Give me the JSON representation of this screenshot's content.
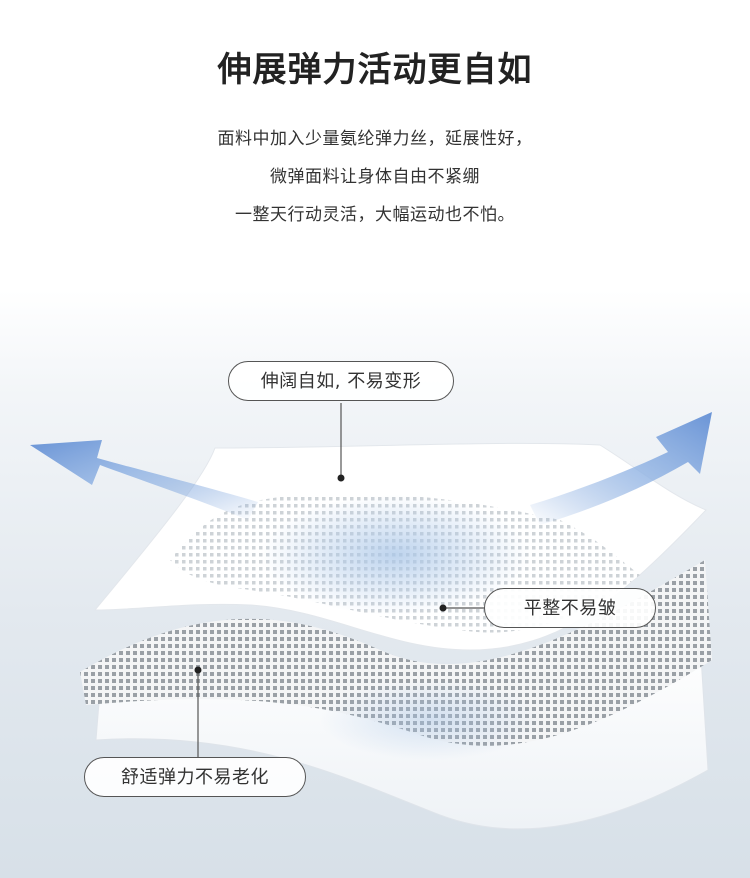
{
  "heading": "伸展弹力活动更自如",
  "description": [
    "面料中加入少量氨纶弹力丝，延展性好，",
    "微弹面料让身体自由不紧绷",
    "一整天行动灵活，大幅运动也不怕。"
  ],
  "callouts": {
    "top": "伸阔自如, 不易变形",
    "right": "平整不易皱",
    "bottom": "舒适弹力不易老化"
  },
  "colors": {
    "arrow": "#6f9ad8",
    "fabric_white": "#ffffff",
    "mesh_gray": "#8f949a",
    "background_blue": "#dbe3ea"
  },
  "icons": [
    "stretch-arrow-left-icon",
    "stretch-arrow-right-icon"
  ]
}
